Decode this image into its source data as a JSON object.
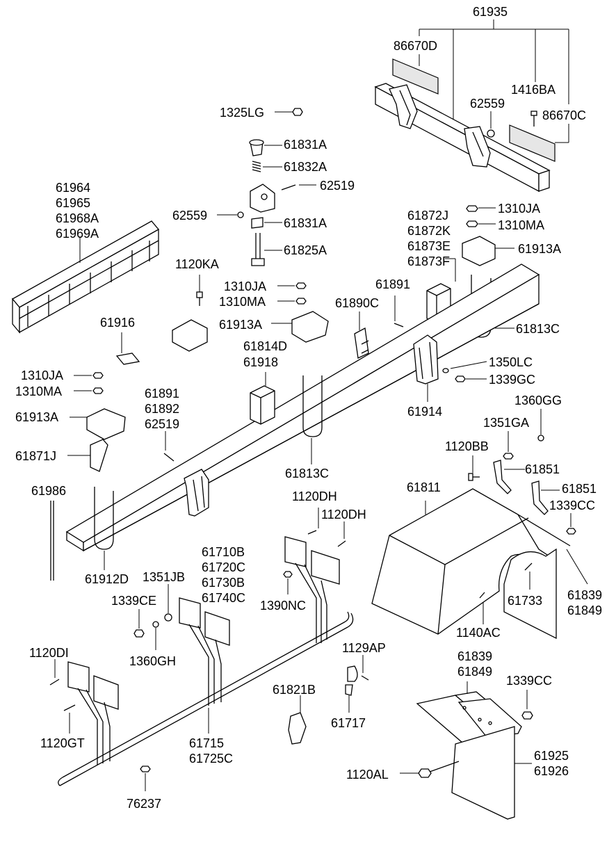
{
  "labels": {
    "l61935": "61935",
    "l86670D": "86670D",
    "l1416BA": "1416BA",
    "l62559a": "62559",
    "l86670C": "86670C",
    "l1325LG": "1325LG",
    "l61831Aa": "61831A",
    "l61832A": "61832A",
    "l62519a": "62519",
    "l62559b": "62559",
    "l61831Ab": "61831A",
    "l61825A": "61825A",
    "l61964": "61964",
    "l61965": "61965",
    "l61968A": "61968A",
    "l61969A": "61969A",
    "l61872J": "61872J",
    "l61872K": "61872K",
    "l61873E": "61873E",
    "l61873F": "61873F",
    "l1310JAa": "1310JA",
    "l1310MAa": "1310MA",
    "l61913Aa": "61913A",
    "l1120KA": "1120KA",
    "l1310JAb": "1310JA",
    "l1310MAb": "1310MA",
    "l61913Ab": "61913A",
    "l61891a": "61891",
    "l61890C": "61890C",
    "l61813Ca": "61813C",
    "l61916": "61916",
    "l61814D": "61814D",
    "l61918": "61918",
    "l1350LC": "1350LC",
    "l1339GC": "1339GC",
    "l1310JAc": "1310JA",
    "l1310MAc": "1310MA",
    "l61913Ac": "61913A",
    "l61871J": "61871J",
    "l61891b": "61891",
    "l61892": "61892",
    "l62519b": "62519",
    "l61914": "61914",
    "l1360GG": "1360GG",
    "l1351GA": "1351GA",
    "l1120BB": "1120BB",
    "l61851a": "61851",
    "l61851b": "61851",
    "l61813Cb": "61813C",
    "l61986": "61986",
    "l61811": "61811",
    "l1339CCa": "1339CC",
    "l1120DHa": "1120DH",
    "l1120DHb": "1120DH",
    "l61912D": "61912D",
    "l61710B": "61710B",
    "l61720C": "61720C",
    "l61730B": "61730B",
    "l61740C": "61740C",
    "l1351JB": "1351JB",
    "l1339CE": "1339CE",
    "l1390NC": "1390NC",
    "l61733": "61733",
    "l61839a": "61839",
    "l61849a": "61849",
    "l1140AC": "1140AC",
    "l1360GH": "1360GH",
    "l1120DI": "1120DI",
    "l1129AP": "1129AP",
    "l61839b": "61839",
    "l61849b": "61849",
    "l1339CCb": "1339CC",
    "l61821B": "61821B",
    "l61717": "61717",
    "l1120GT": "1120GT",
    "l61715": "61715",
    "l61725C": "61725C",
    "l61925": "61925",
    "l61926": "61926",
    "l1120AL": "1120AL",
    "l76237": "76237"
  }
}
